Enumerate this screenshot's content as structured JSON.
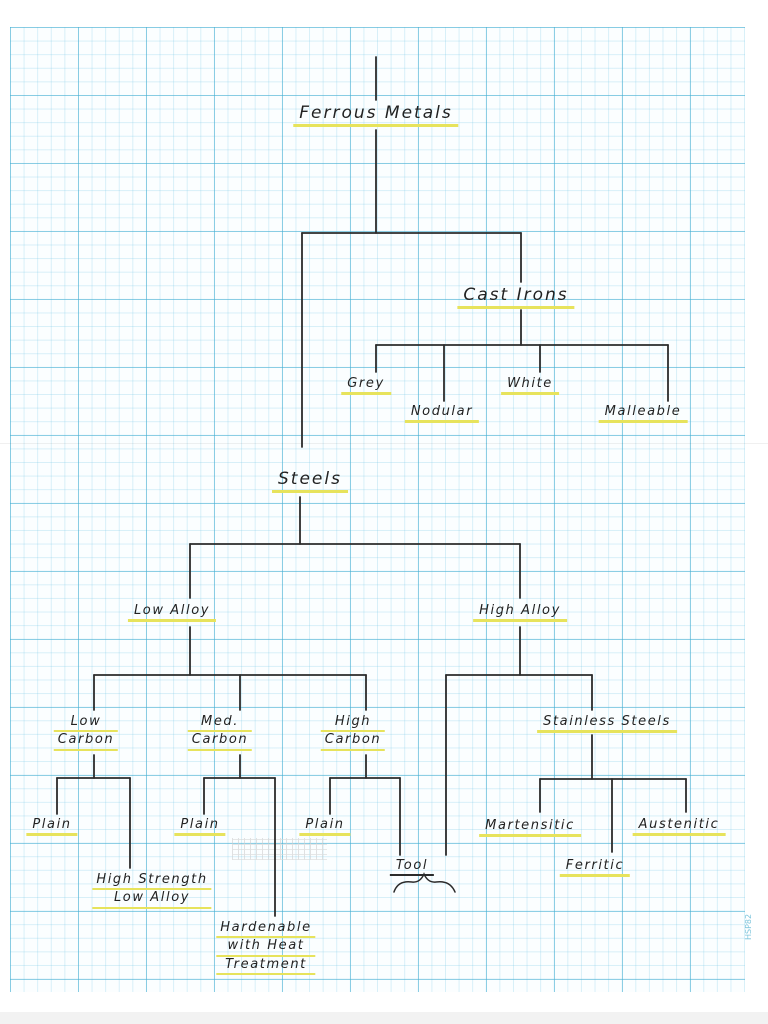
{
  "diagram": {
    "root": "Ferrous Metals",
    "cast_irons": {
      "title": "Cast Irons",
      "children": [
        "Grey",
        "Nodular",
        "White",
        "Malleable"
      ]
    },
    "steels": {
      "title": "Steels",
      "low_alloy": {
        "title": "Low Alloy",
        "low_carbon": {
          "line1": "Low",
          "line2": "Carbon"
        },
        "med_carbon": {
          "line1": "Med.",
          "line2": "Carbon"
        },
        "high_carbon": {
          "line1": "High",
          "line2": "Carbon"
        },
        "low_carbon_children": {
          "plain": "Plain",
          "hsla_line1": "High Strength",
          "hsla_line2": "Low Alloy"
        },
        "med_carbon_children": {
          "plain": "Plain",
          "hardenable_line1": "Hardenable",
          "hardenable_line2": "with Heat",
          "hardenable_line3": "Treatment"
        },
        "high_carbon_children": {
          "plain": "Plain",
          "tool": "Tool"
        }
      },
      "high_alloy": {
        "title": "High Alloy",
        "stainless": {
          "title": "Stainless Steels",
          "children": [
            "Martensitic",
            "Ferritic",
            "Austenitic"
          ]
        }
      }
    }
  },
  "paper": {
    "grid_color": "#46afd2",
    "highlight_color": "#e7e35c",
    "ink_color": "#222222",
    "brand_text": "HSP82"
  }
}
